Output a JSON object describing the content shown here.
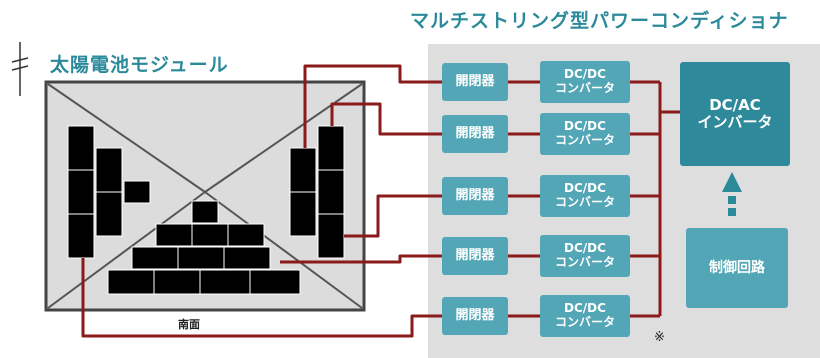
{
  "labels": {
    "pcs_title": "マルチストリング型パワーコンディショナ",
    "module_title": "太陽電池モジュール",
    "south": "南面",
    "note": "※"
  },
  "switches": [
    "開閉器",
    "開閉器",
    "開閉器",
    "開閉器",
    "開閉器"
  ],
  "converters": [
    {
      "line1": "DC/DC",
      "line2": "コンバータ"
    },
    {
      "line1": "DC/DC",
      "line2": "コンバータ"
    },
    {
      "line1": "DC/DC",
      "line2": "コンバータ"
    },
    {
      "line1": "DC/DC",
      "line2": "コンバータ"
    },
    {
      "line1": "DC/DC",
      "line2": "コンバータ"
    }
  ],
  "inverter": {
    "line1": "DC/AC",
    "line2": "インバータ"
  },
  "control": "制御回路",
  "colors": {
    "accent": "#2b8a9a",
    "box": "#52a6b5",
    "wire": "#8b1a1a",
    "roof": "#dcdcdc",
    "panel": "#000000"
  }
}
